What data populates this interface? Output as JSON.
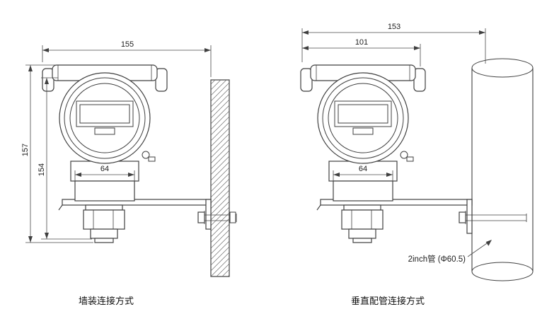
{
  "left": {
    "caption": "墙装连接方式",
    "dim_total_width": "155",
    "dim_height_total": "157",
    "dim_height_body": "154",
    "dim_housing_width": "64"
  },
  "right": {
    "caption": "垂直配管连接方式",
    "dim_total_width": "153",
    "dim_bracket_width": "101",
    "dim_housing_width": "64",
    "pipe_note": "2inch管 (Φ60.5)"
  },
  "colors": {
    "line": "#3f3f3f",
    "background": "#ffffff"
  }
}
